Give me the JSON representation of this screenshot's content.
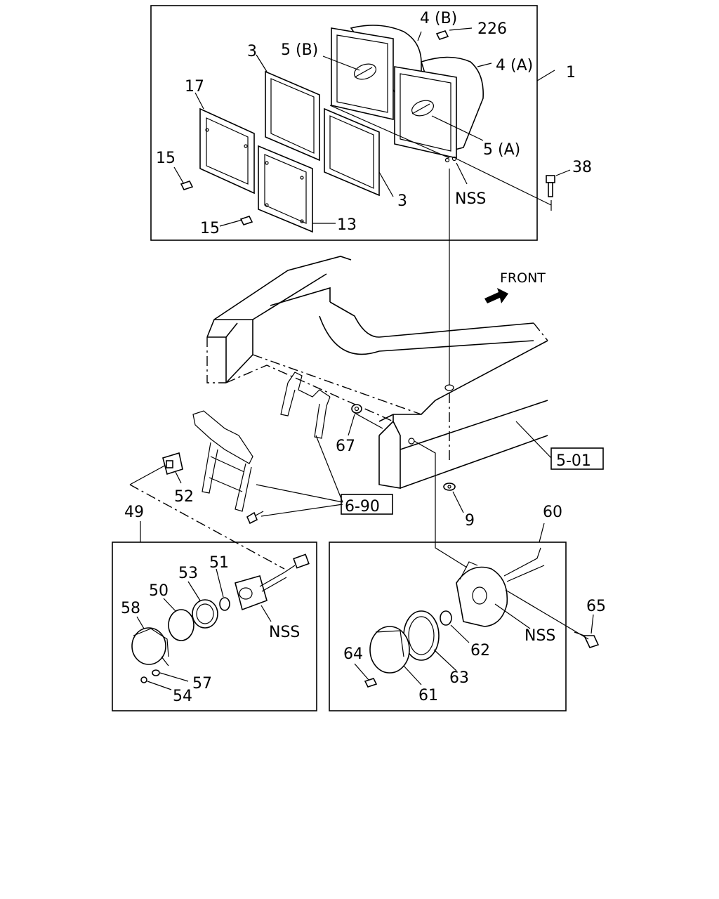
{
  "labels": {
    "l1": "1",
    "l4b": "4 (B)",
    "l226": "226",
    "l4a": "4 (A)",
    "l5b": "5 (B)",
    "l3a": "3",
    "l17": "17",
    "l15a": "15",
    "l15b": "15",
    "l13": "13",
    "l3b": "3",
    "l5a": "5 (A)",
    "lnss1": "NSS",
    "l38": "38",
    "front": "FRONT",
    "l67": "67",
    "l52": "52",
    "l690": "6-90",
    "l501": "5-01",
    "l9": "9",
    "l49": "49",
    "l60": "60",
    "l51": "51",
    "l53": "53",
    "l50": "50",
    "l58": "58",
    "lnss2": "NSS",
    "l57": "57",
    "l54": "54",
    "l65": "65",
    "l64": "64",
    "l62": "62",
    "lnss3": "NSS",
    "l63": "63",
    "l61": "61"
  }
}
